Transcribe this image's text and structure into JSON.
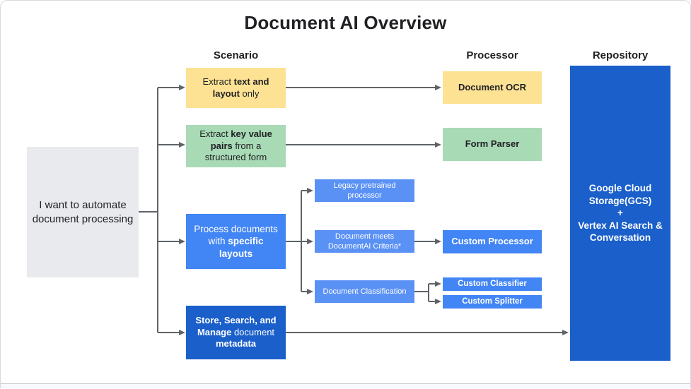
{
  "page": {
    "title": "Document AI Overview"
  },
  "columns": {
    "scenario": "Scenario",
    "processor": "Processor",
    "repository": "Repository"
  },
  "source_box": {
    "text": "I want to automate document processing"
  },
  "scenarios": {
    "extract_text_layout": {
      "pre": "Extract ",
      "bold": "text and layout",
      "post": " only"
    },
    "extract_key_value": {
      "pre": "Extract ",
      "bold": "key value pairs",
      "post": " from a structured form"
    },
    "specific_layouts": {
      "pre": "Process documents with ",
      "bold": "specific layouts",
      "post": ""
    },
    "store_search_manage": {
      "bold1": "Store, Search, and Manage",
      "mid": " document ",
      "bold2": "metadata"
    }
  },
  "sub_steps": {
    "legacy_pretrained": "Legacy pretrained processor",
    "documentai_criteria": "Document meets DocumentAI Criteria*",
    "document_classification": "Document Classification"
  },
  "processors": {
    "document_ocr": "Document OCR",
    "form_parser": "Form Parser",
    "custom_processor": "Custom Processor",
    "custom_classifier": "Custom Classifier",
    "custom_splitter": "Custom Splitter"
  },
  "repository_box": {
    "line1": "Google Cloud Storage(GCS)",
    "plus": "+",
    "line2": "Vertex AI Search & Conversation"
  },
  "colors": {
    "yellow": "#fde293",
    "green": "#a8dab5",
    "blue": "#4285f4",
    "blue_light": "#5a91f5",
    "dark_blue": "#1a5fca",
    "gray_box": "#e8eaed",
    "connector_gray": "#5f6368",
    "text_dark": "#202124"
  }
}
